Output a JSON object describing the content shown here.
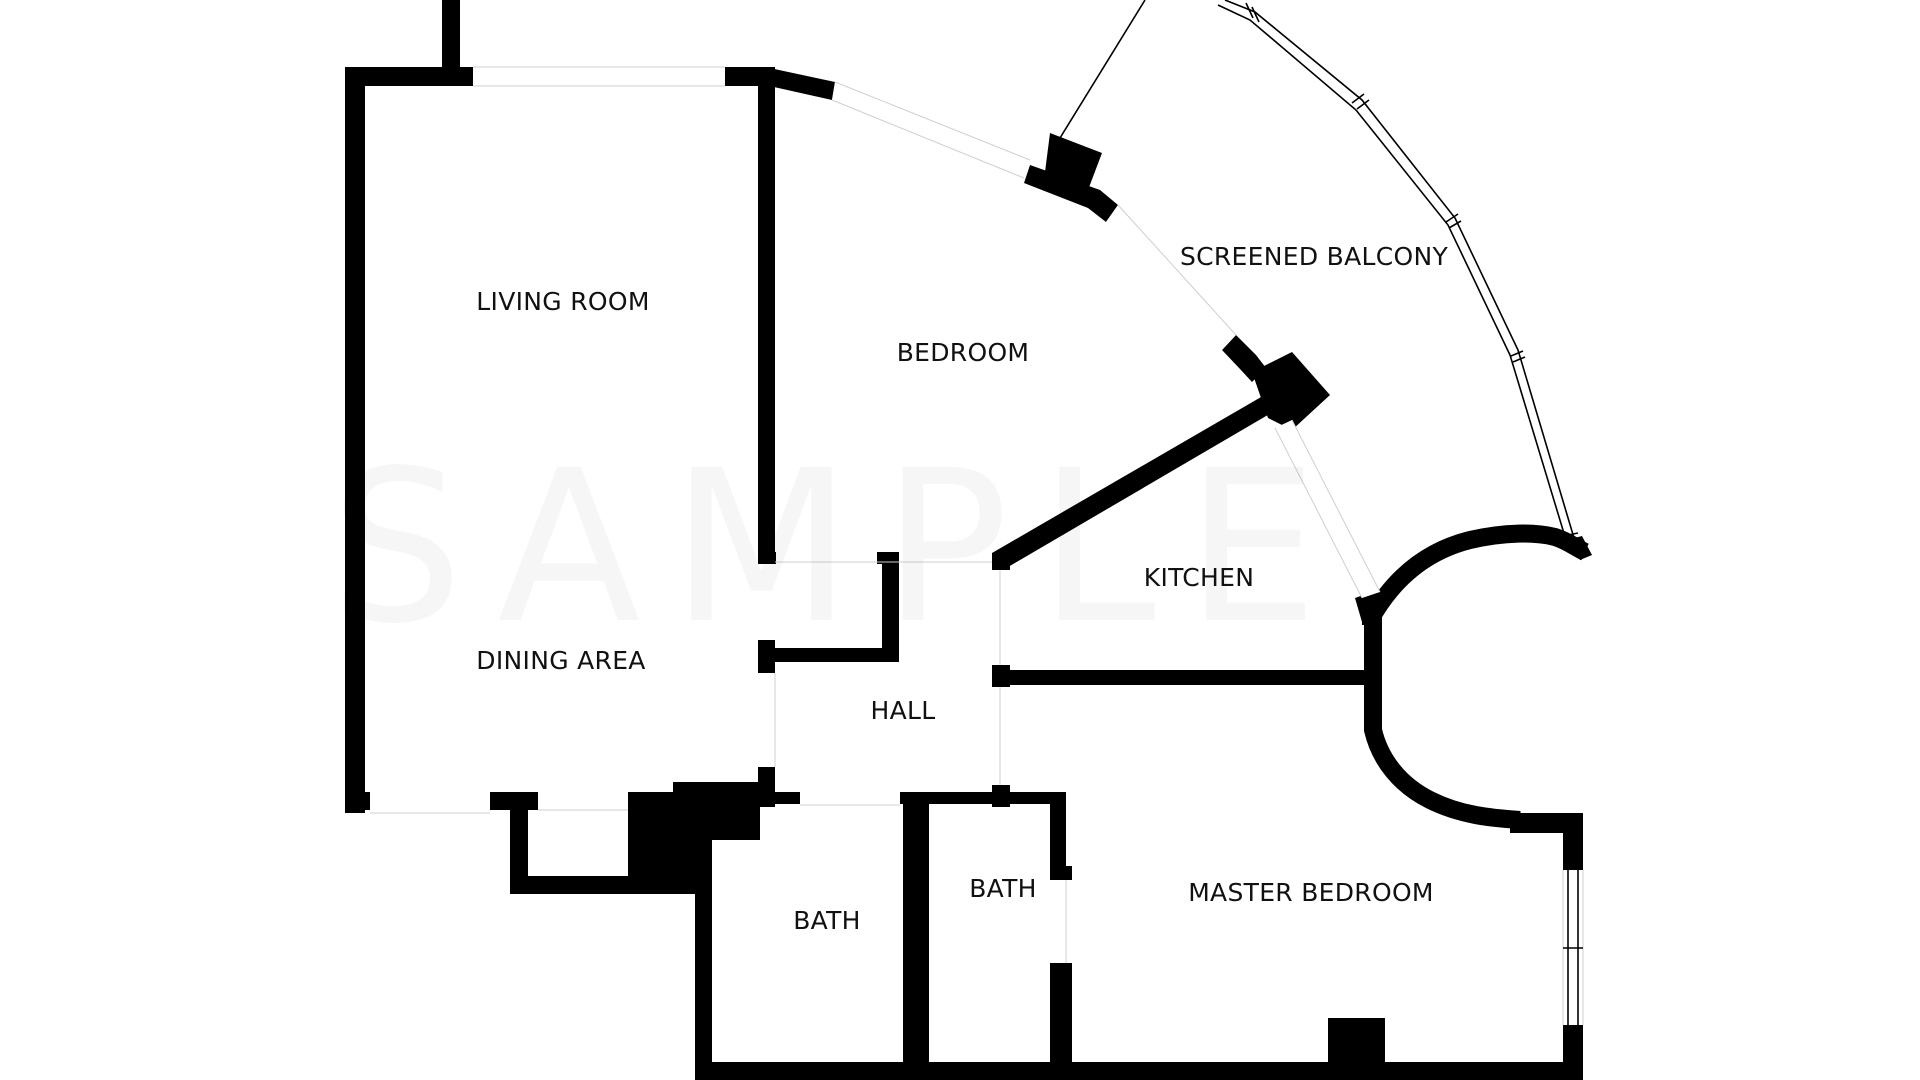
{
  "floorplan": {
    "rooms": {
      "living_room": "LIVING ROOM",
      "dining_area": "DINING AREA",
      "bedroom": "BEDROOM",
      "screened_balcony": "SCREENED BALCONY",
      "kitchen": "KITCHEN",
      "hall": "HALL",
      "bath_1": "BATH",
      "bath_2": "BATH",
      "master_bedroom": "MASTER BEDROOM"
    },
    "colors": {
      "wall": "#000000",
      "background": "#ffffff",
      "label": "#111111"
    }
  }
}
